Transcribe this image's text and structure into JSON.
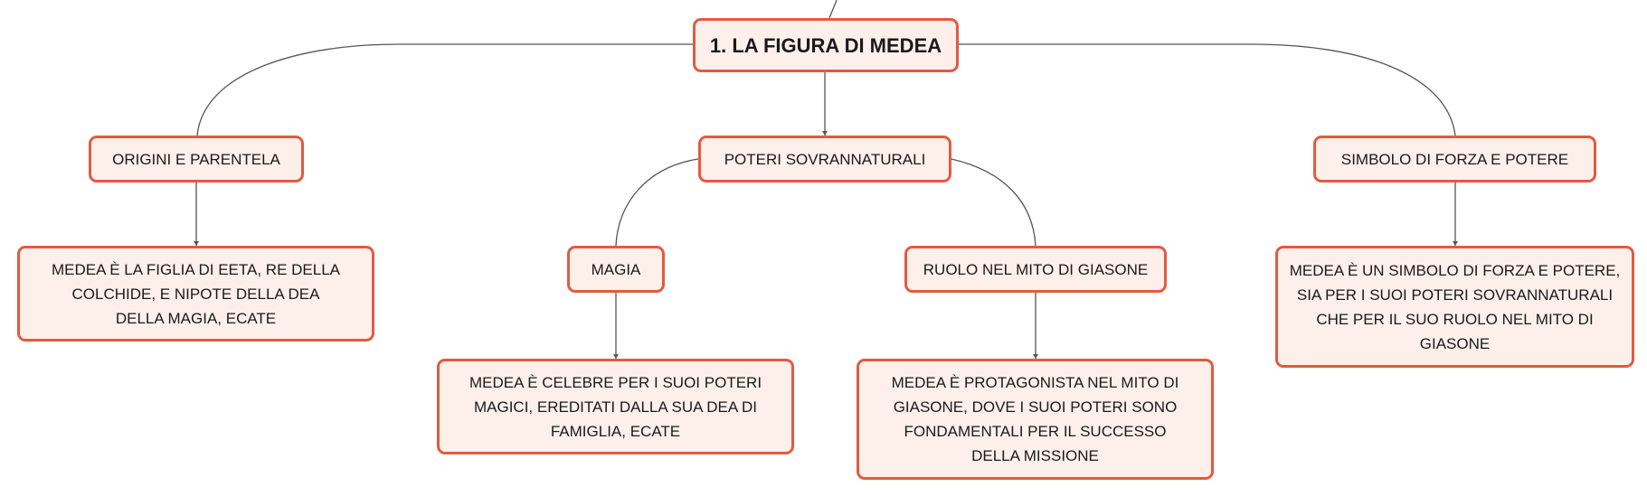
{
  "diagram": {
    "root": "1. LA FIGURA DI MEDEA",
    "branches": {
      "origini": {
        "label": "ORIGINI E PARENTELA",
        "detail": "MEDEA È LA FIGLIA DI EETA, RE DELLA COLCHIDE, E NIPOTE DELLA DEA DELLA MAGIA, ECATE"
      },
      "poteri": {
        "label": "POTERI SOVRANNATURALI",
        "magia": {
          "label": "MAGIA",
          "detail": "MEDEA È CELEBRE PER I SUOI POTERI MAGICI, EREDITATI DALLA SUA DEA DI FAMIGLIA, ECATE"
        },
        "ruolo": {
          "label": "RUOLO NEL MITO DI GIASONE",
          "detail": "MEDEA È PROTAGONISTA NEL MITO DI GIASONE, DOVE I SUOI POTERI SONO FONDAMENTALI PER IL SUCCESSO DELLA MISSIONE"
        }
      },
      "simbolo": {
        "label": "SIMBOLO DI FORZA E POTERE",
        "detail": "MEDEA È UN SIMBOLO DI FORZA E POTERE, SIA PER I SUOI POTERI SOVRANNATURALI CHE PER IL SUO RUOLO NEL MITO DI GIASONE"
      }
    }
  },
  "colors": {
    "node_border": "#e35a41",
    "node_fill": "#fdf0ea",
    "connector": "#555555"
  }
}
